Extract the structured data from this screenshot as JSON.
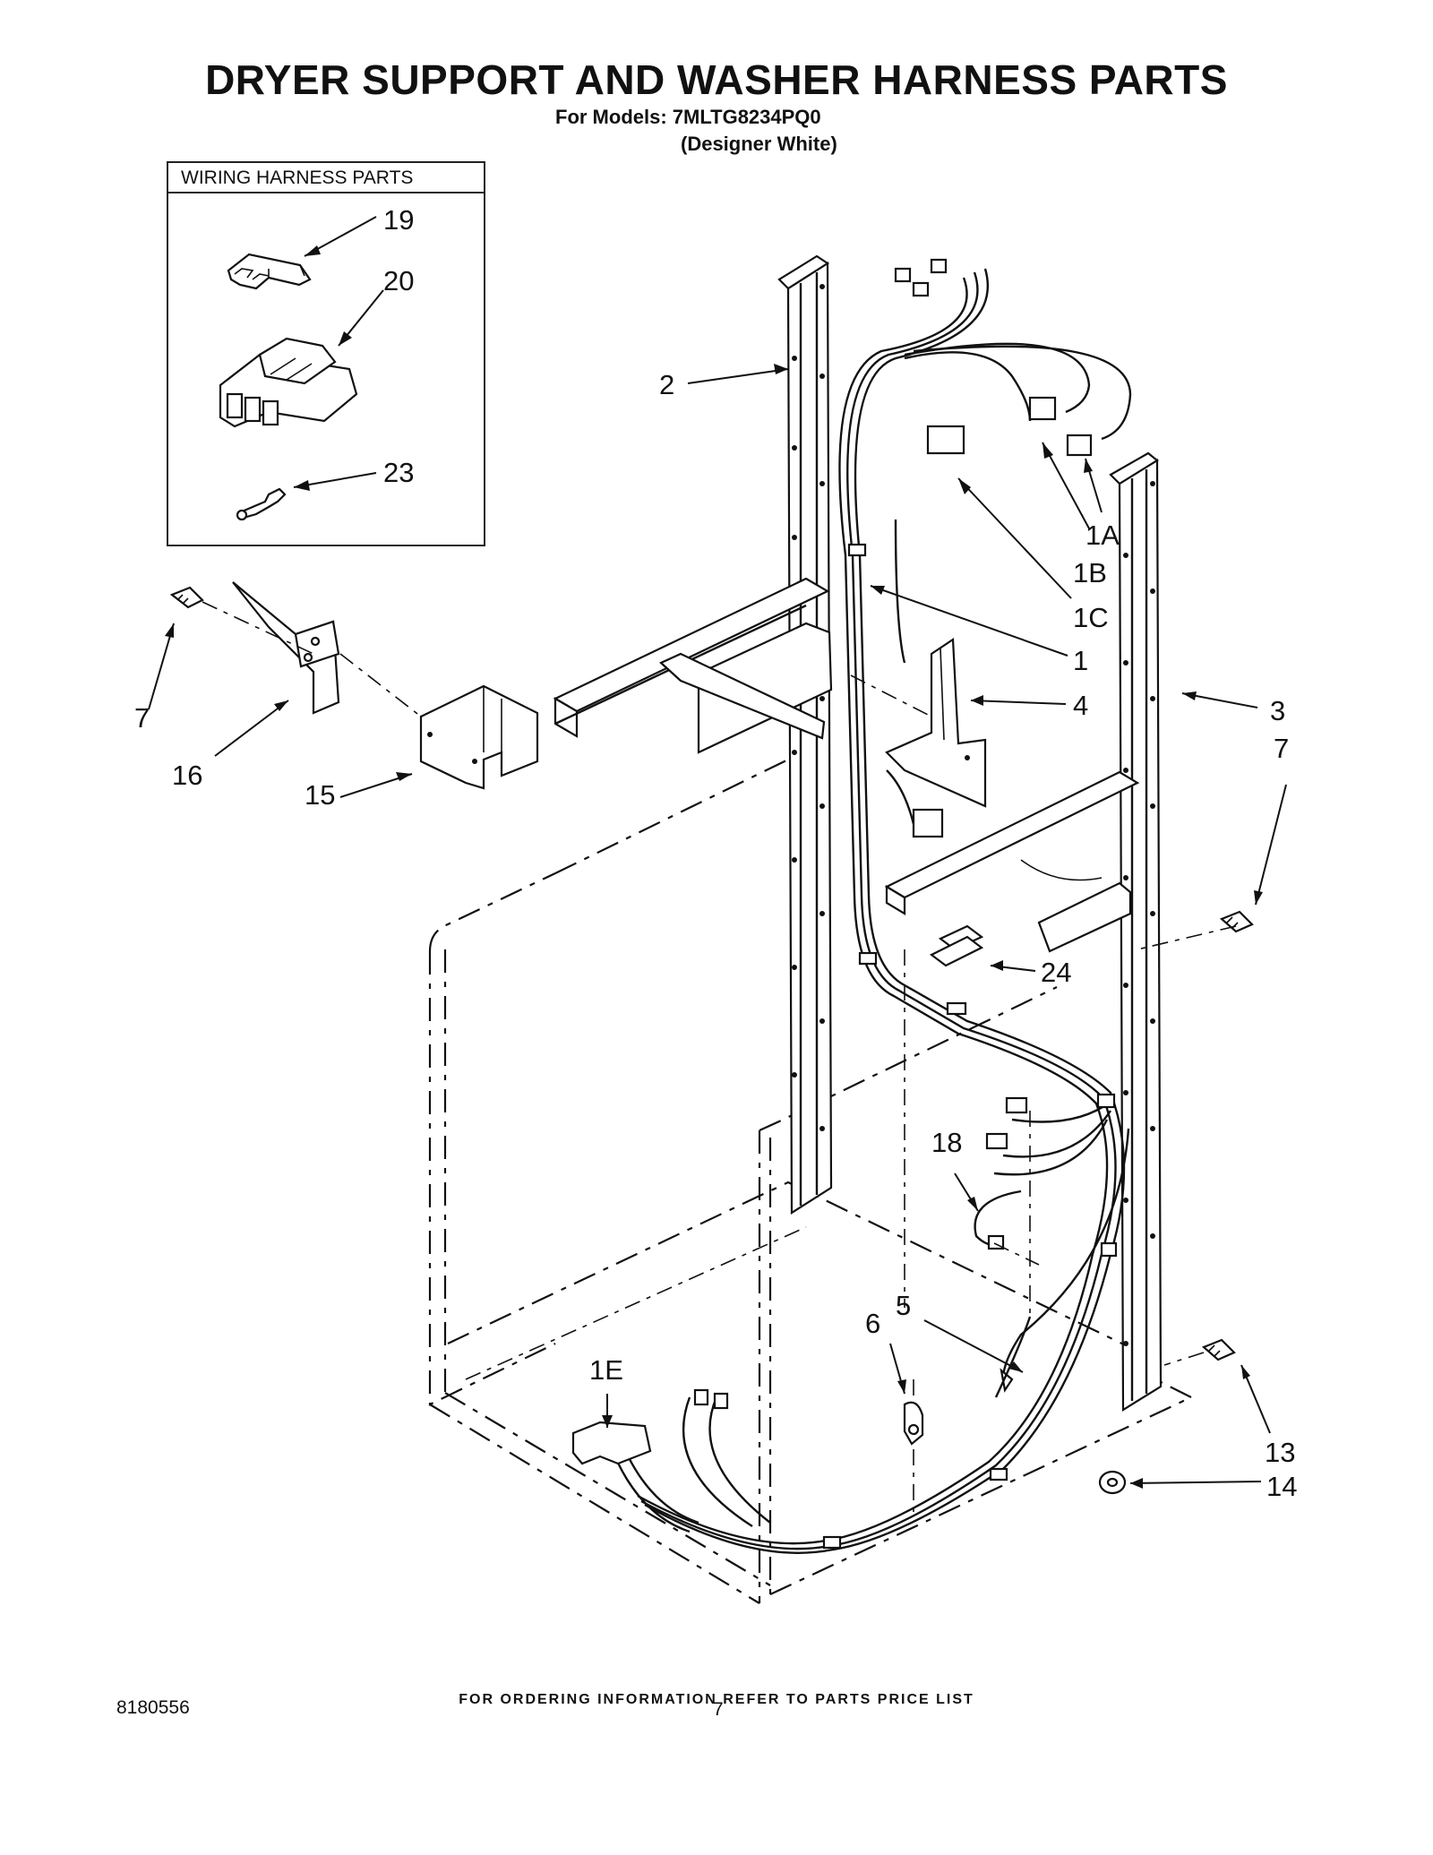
{
  "header": {
    "title": "DRYER SUPPORT AND WASHER HARNESS PARTS",
    "models": "For Models: 7MLTG8234PQ0",
    "variant": "(Designer White)"
  },
  "inset": {
    "title": "WIRING HARNESS PARTS",
    "callouts": [
      "19",
      "20",
      "23"
    ]
  },
  "callouts": {
    "c2": "2",
    "c1A": "1A",
    "c1B": "1B",
    "c1C": "1C",
    "c1": "1",
    "c4": "4",
    "c3": "3",
    "c7r": "7",
    "c7l": "7",
    "c16": "16",
    "c15": "15",
    "c24": "24",
    "c18": "18",
    "c5": "5",
    "c6": "6",
    "c1E": "1E",
    "c13": "13",
    "c14": "14"
  },
  "footer": {
    "ordering_note": "FOR ORDERING INFORMATION REFER TO PARTS PRICE LIST",
    "doc_number": "8180556",
    "page_number": "7"
  }
}
